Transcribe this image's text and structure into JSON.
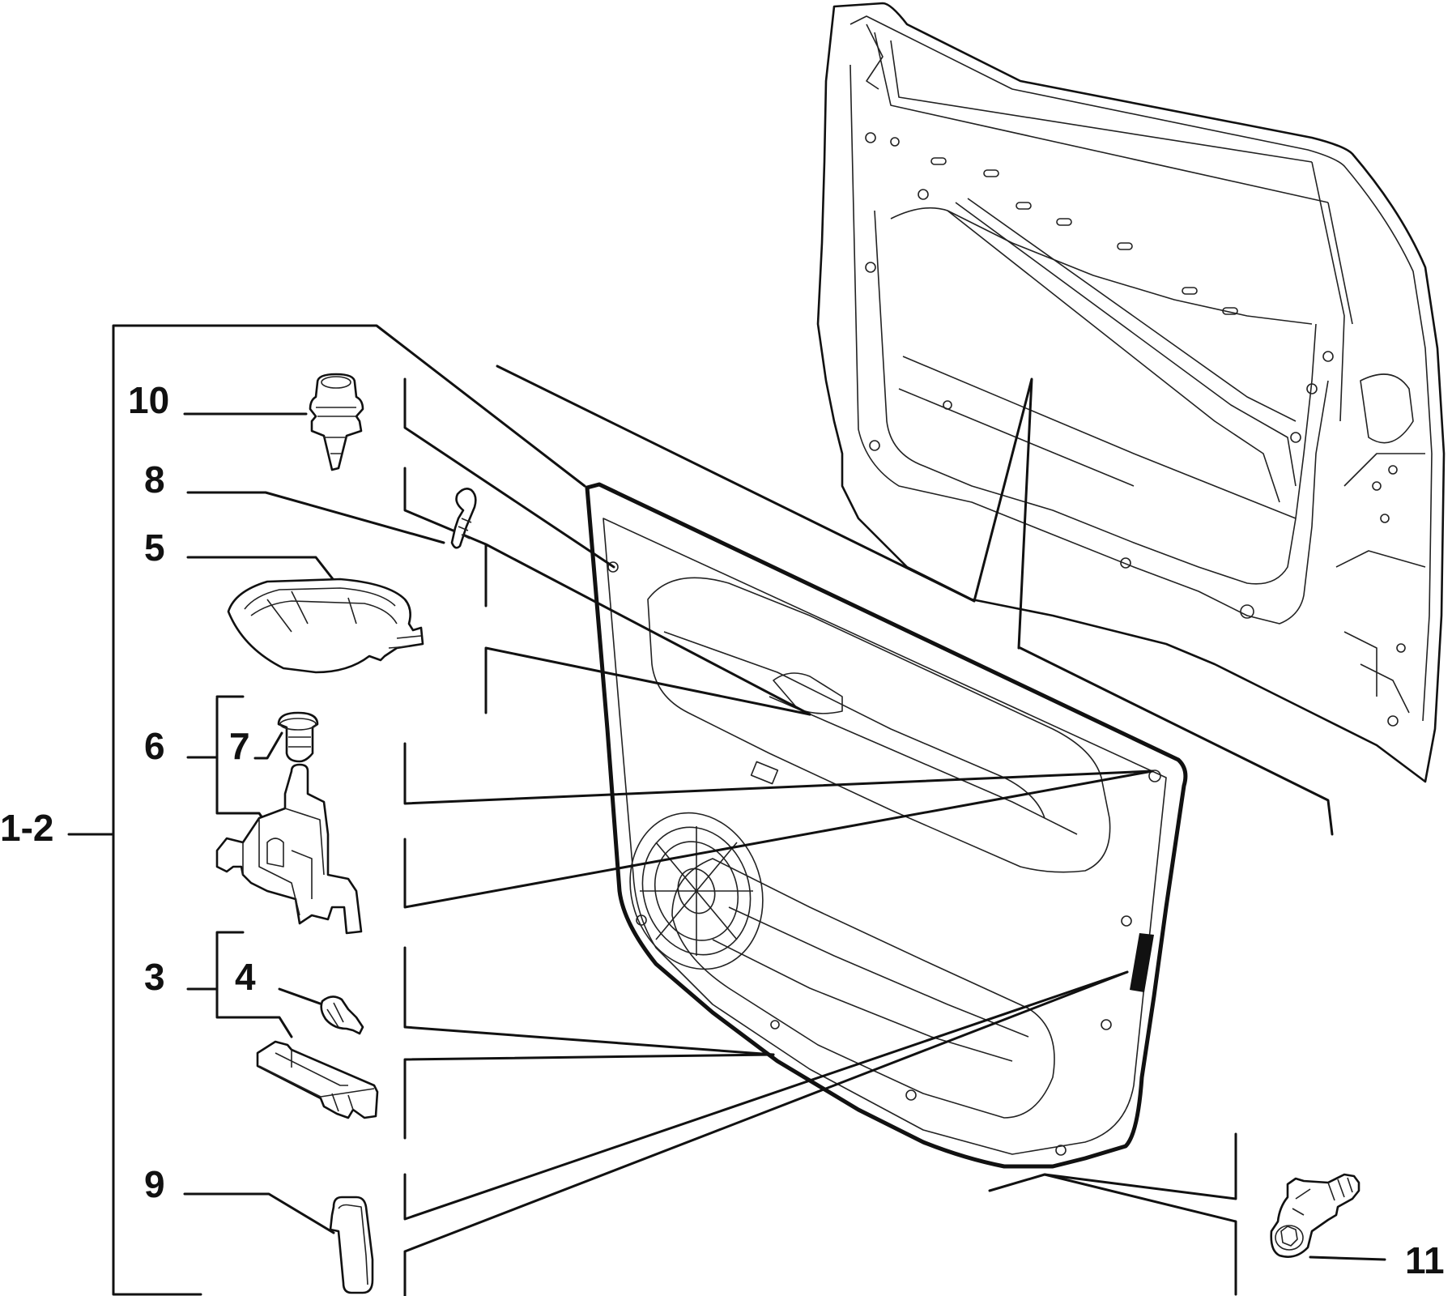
{
  "callouts": {
    "c_1_2": "1-2",
    "c_3": "3",
    "c_4": "4",
    "c_5": "5",
    "c_6": "6",
    "c_7": "7",
    "c_8": "8",
    "c_9": "9",
    "c_10": "10",
    "c_11": "11"
  },
  "parts": [
    "door-frame-icon",
    "door-trim-panel-icon",
    "push-clip-icon",
    "screw-icon",
    "door-handle-icon",
    "retainer-clip-icon",
    "bracket-icon",
    "bulb-icon",
    "courtesy-lamp-icon",
    "reflector-icon",
    "flange-bolt-icon"
  ],
  "colors": {
    "line": "#111111",
    "background": "#ffffff"
  }
}
